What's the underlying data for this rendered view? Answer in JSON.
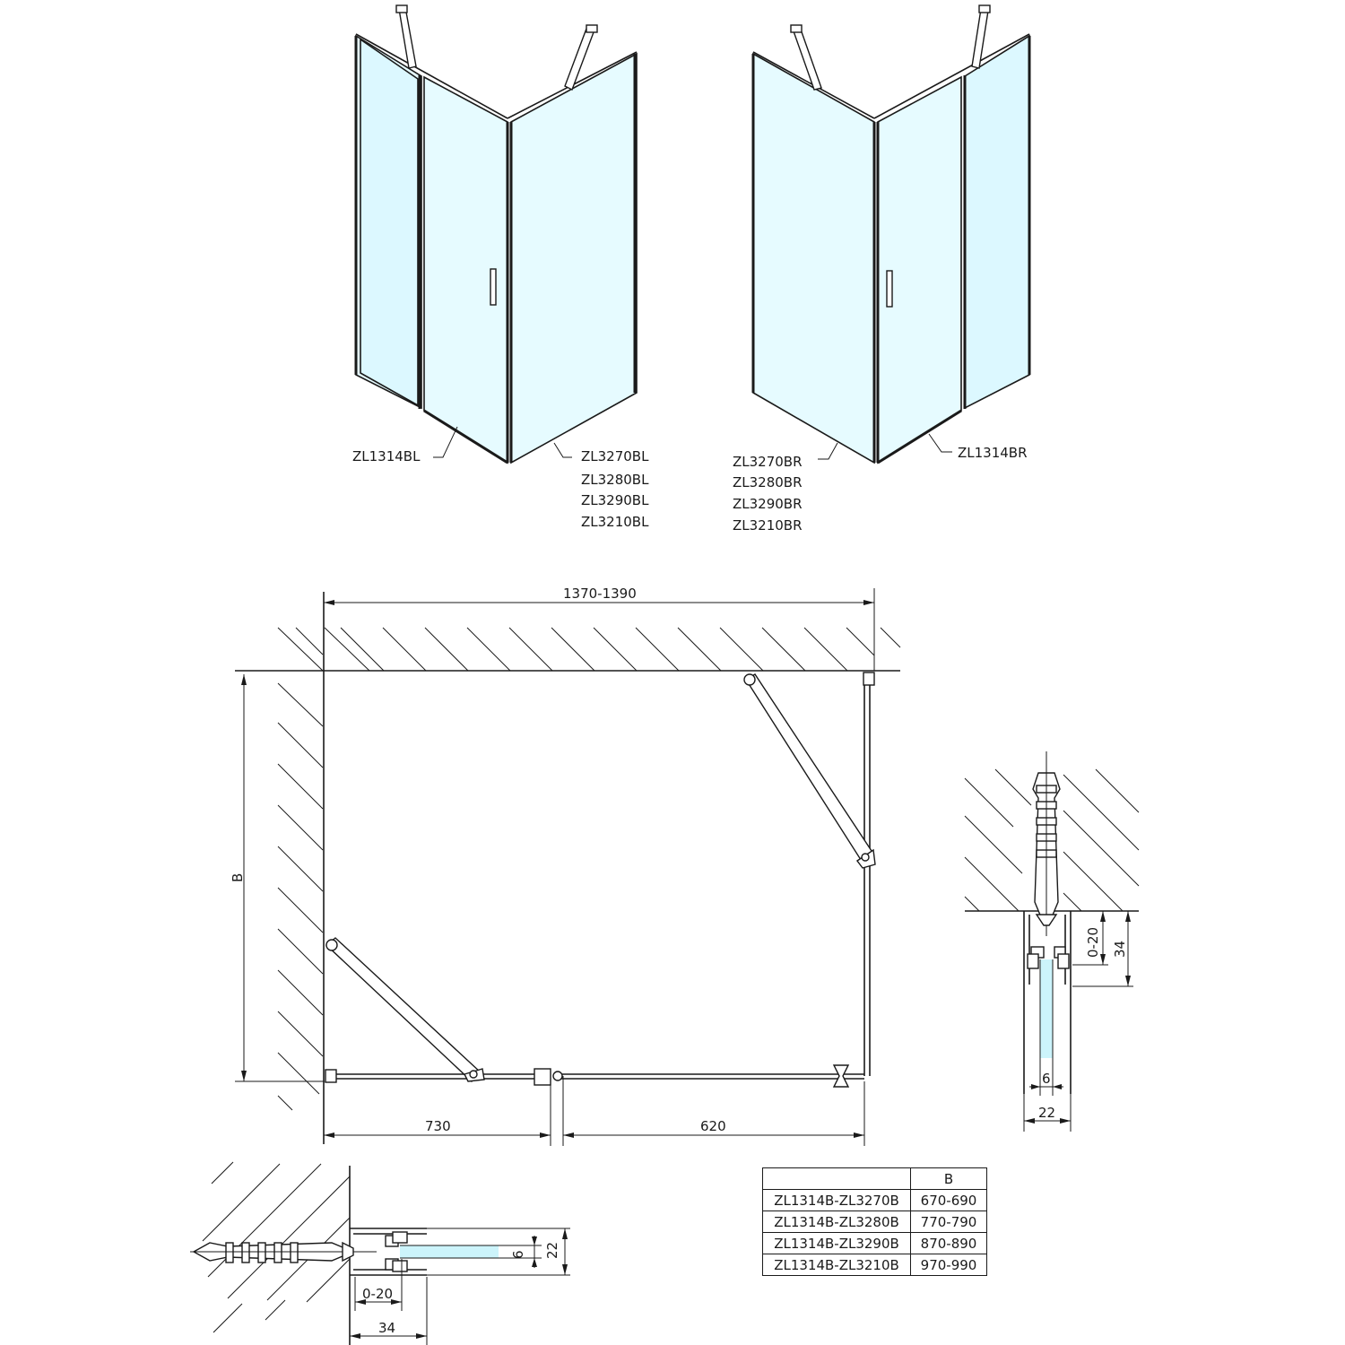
{
  "labels": {
    "left_fixed_panel": "ZL1314BL",
    "left_door_codes": [
      "ZL3270BL",
      "ZL3280BL",
      "ZL3290BL",
      "ZL3210BL"
    ],
    "right_door_codes": [
      "ZL3270BR",
      "ZL3280BR",
      "ZL3290BR",
      "ZL3210BR"
    ],
    "right_fixed_panel": "ZL1314BR"
  },
  "dimensions": {
    "overall_width": "1370-1390",
    "depth_label": "B",
    "fixed_panel_width": "730",
    "door_width": "620",
    "adjust_range": "0-20",
    "profile_depth": "34",
    "profile_width": "22",
    "glass_thickness": "6"
  },
  "table": {
    "header_code": "",
    "header_b": "B",
    "rows": [
      {
        "code": "ZL1314B-ZL3270B",
        "b": "670-690"
      },
      {
        "code": "ZL1314B-ZL3280B",
        "b": "770-790"
      },
      {
        "code": "ZL1314B-ZL3290B",
        "b": "870-890"
      },
      {
        "code": "ZL1314B-ZL3210B",
        "b": "970-990"
      }
    ]
  }
}
